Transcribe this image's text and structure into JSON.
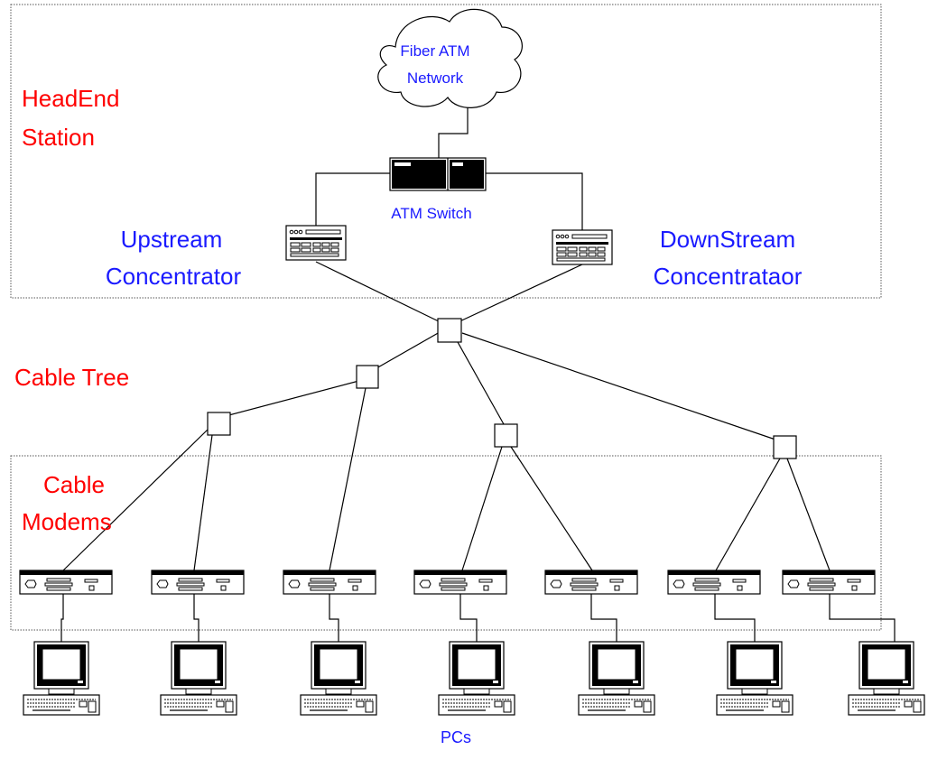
{
  "labels": {
    "fiber_network_line1": "Fiber ATM",
    "fiber_network_line2": "Network",
    "headend_line1": "HeadEnd",
    "headend_line2": "Station",
    "atm_switch": "ATM Switch",
    "upstream_line1": "Upstream",
    "upstream_line2": "Concentrator",
    "downstream_line1": "DownStream",
    "downstream_line2": "Concentrataor",
    "cable_tree": "Cable Tree",
    "cable_modems_line1": "Cable",
    "cable_modems_line2": "Modems",
    "pcs": "PCs"
  },
  "colors": {
    "red_label": "#ff0000",
    "blue_label": "#1a1aff",
    "line": "#000000",
    "region_border": "#555555"
  },
  "counts": {
    "cable_modems": 7,
    "pcs": 7,
    "tree_nodes": 5
  }
}
